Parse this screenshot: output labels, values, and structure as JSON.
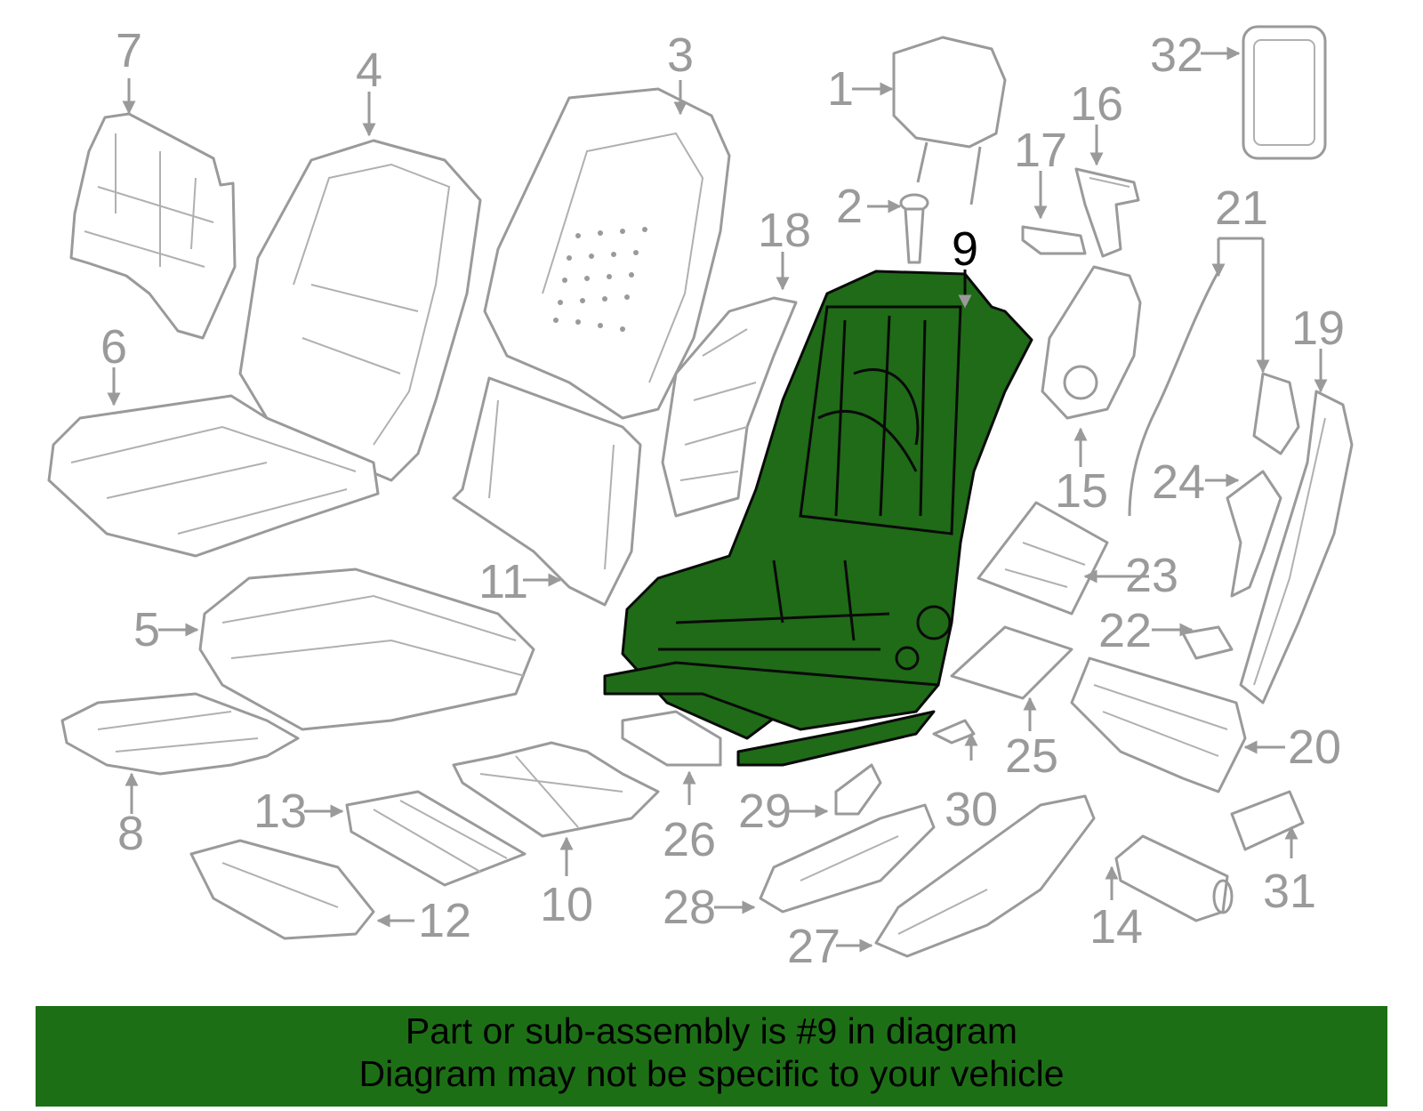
{
  "banner": {
    "line1": "Part or sub-assembly is #9 in diagram",
    "line2": "Diagram may not be specific to your vehicle"
  },
  "highlight_color": "#1f6b17",
  "highlighted_part": "9",
  "callouts": {
    "c1": "1",
    "c2": "2",
    "c3": "3",
    "c4": "4",
    "c5": "5",
    "c6": "6",
    "c7": "7",
    "c8": "8",
    "c9": "9",
    "c10": "10",
    "c11": "11",
    "c12": "12",
    "c13": "13",
    "c14": "14",
    "c15": "15",
    "c16": "16",
    "c17": "17",
    "c18": "18",
    "c19": "19",
    "c20": "20",
    "c21": "21",
    "c22": "22",
    "c23": "23",
    "c24": "24",
    "c25": "25",
    "c26": "26",
    "c27": "27",
    "c28": "28",
    "c29": "29",
    "c30": "30",
    "c31": "31",
    "c32": "32"
  }
}
